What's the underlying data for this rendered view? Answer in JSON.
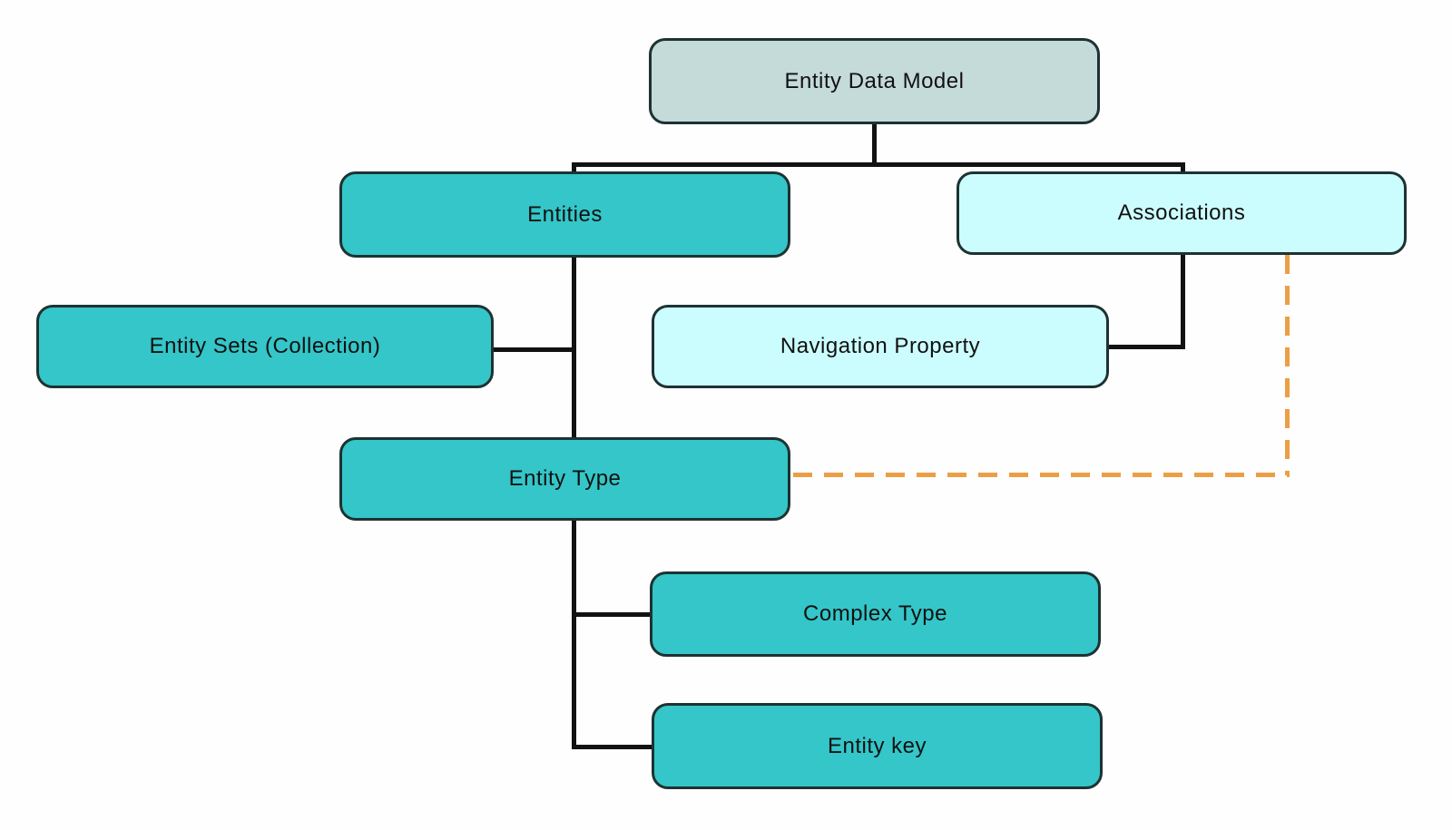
{
  "diagram": {
    "name": "Entity Data Model hierarchy diagram",
    "colors": {
      "teal_node": "#34c6c8",
      "light_cyan_node": "#ccfdfe",
      "gray_teal_node": "#c4dbda",
      "connector": "#121212",
      "dashed_connector": "#ec9e45"
    },
    "nodes": {
      "edm": {
        "label": "Entity Data Model"
      },
      "entities": {
        "label": "Entities"
      },
      "assoc": {
        "label": "Associations"
      },
      "entitysets": {
        "label": "Entity Sets (Collection)"
      },
      "navprop": {
        "label": "Navigation Property"
      },
      "entitytype": {
        "label": "Entity Type"
      },
      "complex": {
        "label": "Complex Type"
      },
      "entitykey": {
        "label": "Entity key"
      }
    },
    "edges": {
      "solid": [
        "Entity Data Model -> Entities",
        "Entity Data Model -> Associations",
        "Entities -> Entity Sets (Collection)",
        "Entities -> Entity Type",
        "Associations -> Navigation Property",
        "Entity Type -> Complex Type",
        "Entity Type -> Entity key"
      ],
      "dashed": [
        "Associations -> Entity Type"
      ]
    }
  }
}
